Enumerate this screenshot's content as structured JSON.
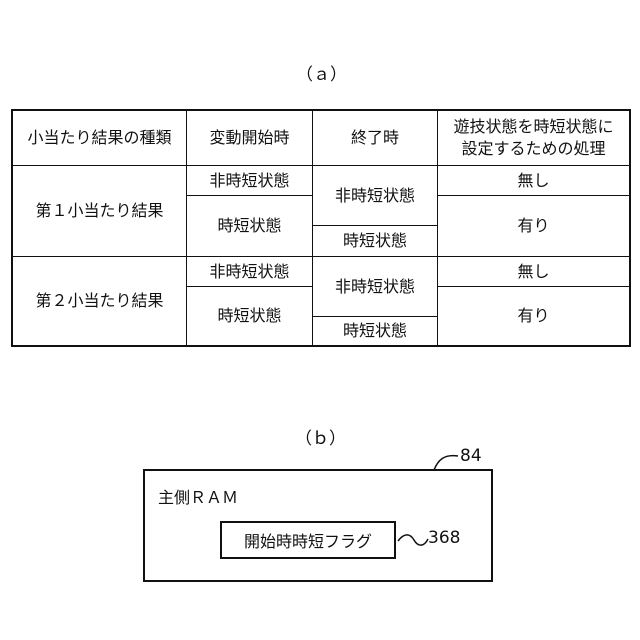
{
  "part_a": {
    "label": "（ａ）",
    "headers": {
      "type": "小当たり結果の種類",
      "start": "変動開始時",
      "end": "終了時",
      "process_line1": "遊技状態を時短状態に",
      "process_line2": "設定するための処理"
    },
    "rows": [
      {
        "result": "第１小当たり結果",
        "start_a": "非時短状態",
        "start_b": "時短状態",
        "end_a": "非時短状態",
        "end_b": "時短状態",
        "proc_a": "無し",
        "proc_b": "有り"
      },
      {
        "result": "第２小当たり結果",
        "start_a": "非時短状態",
        "start_b": "時短状態",
        "end_a": "非時短状態",
        "end_b": "時短状態",
        "proc_a": "無し",
        "proc_b": "有り"
      }
    ]
  },
  "part_b": {
    "label": "（ｂ）",
    "ram_title": "主側ＲＡＭ",
    "ram_ref": "84",
    "flag_label": "開始時時短フラグ",
    "flag_ref": "368"
  }
}
